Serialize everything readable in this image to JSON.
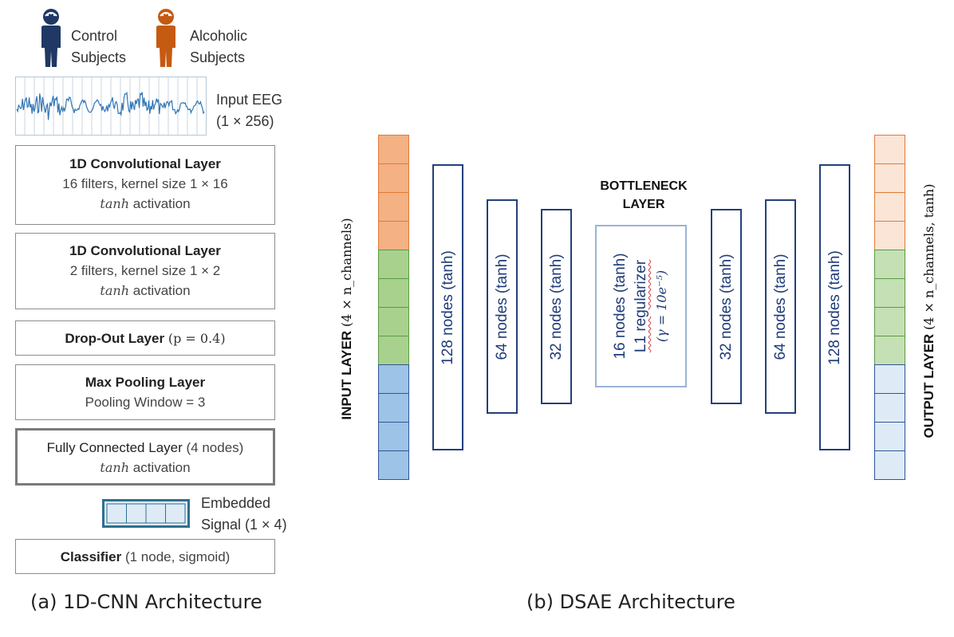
{
  "cnn": {
    "legend": {
      "control": [
        "Control",
        "Subjects"
      ],
      "alcoholic": [
        "Alcoholic",
        "Subjects"
      ]
    },
    "input": {
      "label": "Input EEG",
      "shape": "(1 × 256)"
    },
    "conv1": {
      "title": "1D Convolutional Layer",
      "line2": "16 filters, kernel size 1 × 16",
      "act_fn": "tanh",
      "act_word": "activation"
    },
    "conv2": {
      "title": "1D Convolutional Layer",
      "line2": "2 filters, kernel size 1 × 2",
      "act_fn": "tanh",
      "act_word": "activation"
    },
    "dropout": {
      "title": "Drop-Out Layer",
      "param": "(p = 0.4)"
    },
    "maxpool": {
      "title": "Max Pooling Layer",
      "line2": "Pooling Window = 3"
    },
    "fc": {
      "title": "Fully Connected Layer",
      "nodes": "(4 nodes)",
      "act_fn": "tanh",
      "act_word": "activation"
    },
    "embedded": {
      "line1": "Embedded",
      "line2": "Signal (1 × 4)"
    },
    "classifier": {
      "title": "Classifier",
      "detail": "(1 node, sigmoid)"
    },
    "caption": "(a) 1D-CNN Architecture"
  },
  "dsae": {
    "input_side": {
      "bold": "INPUT LAYER",
      "rest": "(4 × n_channels)"
    },
    "output_side": {
      "bold": "OUTPUT  LAYER",
      "rest": "(4 × n_channels, tanh)"
    },
    "encoder": [
      "128 nodes (tanh)",
      "64 nodes (tanh)",
      "32 nodes (tanh)"
    ],
    "bottleneck": {
      "title_line1": "BOTTLENECK",
      "title_line2": "LAYER",
      "line1": "16 nodes (tanh)",
      "line2": "L1 regularizer",
      "line3": "(γ = 10e⁻⁵)"
    },
    "decoder": [
      "32 nodes (tanh)",
      "64 nodes (tanh)",
      "128 nodes (tanh)"
    ],
    "caption": "(b) DSAE Architecture"
  },
  "colors": {
    "orange": "#f4b183",
    "green": "#a9d18e",
    "blue": "#9dc3e6",
    "orange_light": "#fbe5d6",
    "green_light": "#c5e0b4",
    "blue_light": "#deebf7",
    "node_border": "#243f7a",
    "control_icon": "#1f3864",
    "alcoholic_icon": "#c55a11"
  }
}
